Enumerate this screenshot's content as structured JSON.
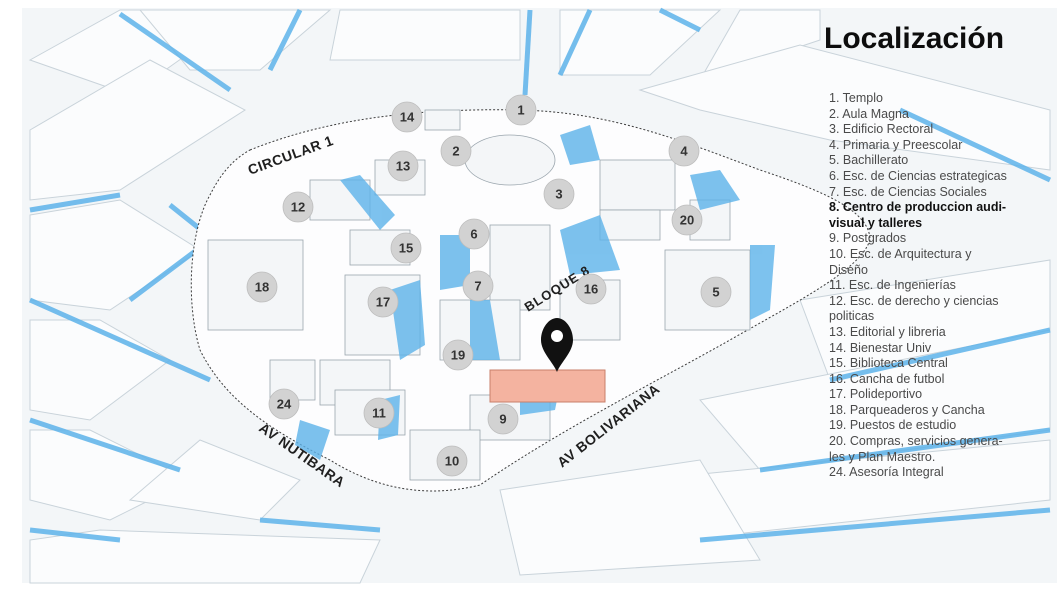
{
  "title": "Localización",
  "colors": {
    "background": "#f3f6f8",
    "shadow": "#5db3ea",
    "marker": "#d2d2d2",
    "highlight_building": "#f4b3a0",
    "pin": "#111111"
  },
  "streets": {
    "circular": "CIRCULAR 1",
    "nutibara": "AV NUTIBARA",
    "bolivariana": "AV BOLIVARIANA"
  },
  "block_label": "BLOQUE 8",
  "pin_icon": "map-pin-icon",
  "markers": [
    "1",
    "2",
    "3",
    "4",
    "5",
    "6",
    "7",
    "9",
    "10",
    "11",
    "12",
    "13",
    "14",
    "15",
    "16",
    "17",
    "18",
    "19",
    "20",
    "24"
  ],
  "legend": [
    "1. Templo",
    "2. Aula Magna",
    "3. Edificio Rectoral",
    "4. Primaria y Preescolar",
    "5. Bachillerato",
    "6. Esc. de Ciencias estrategicas",
    "7. Esc. de Ciencias Sociales",
    "8. Centro de produccion audi-",
    "visual y talleres",
    "9. Postgrados",
    "10. Esc. de Arquitectura y",
    "Diseño",
    "11. Esc. de Ingenierías",
    "12. Esc. de derecho y ciencias",
    "politicas",
    "13. Editorial y libreria",
    "14. Bienestar Univ",
    "15. Biblioteca Central",
    "16. Cancha de futbol",
    "17. Polideportivo",
    "18. Parqueaderos y Cancha",
    "19. Puestos de estudio",
    "20. Compras, servicios genera-",
    "les y Plan Maestro.",
    "24. Asesoría Integral"
  ]
}
